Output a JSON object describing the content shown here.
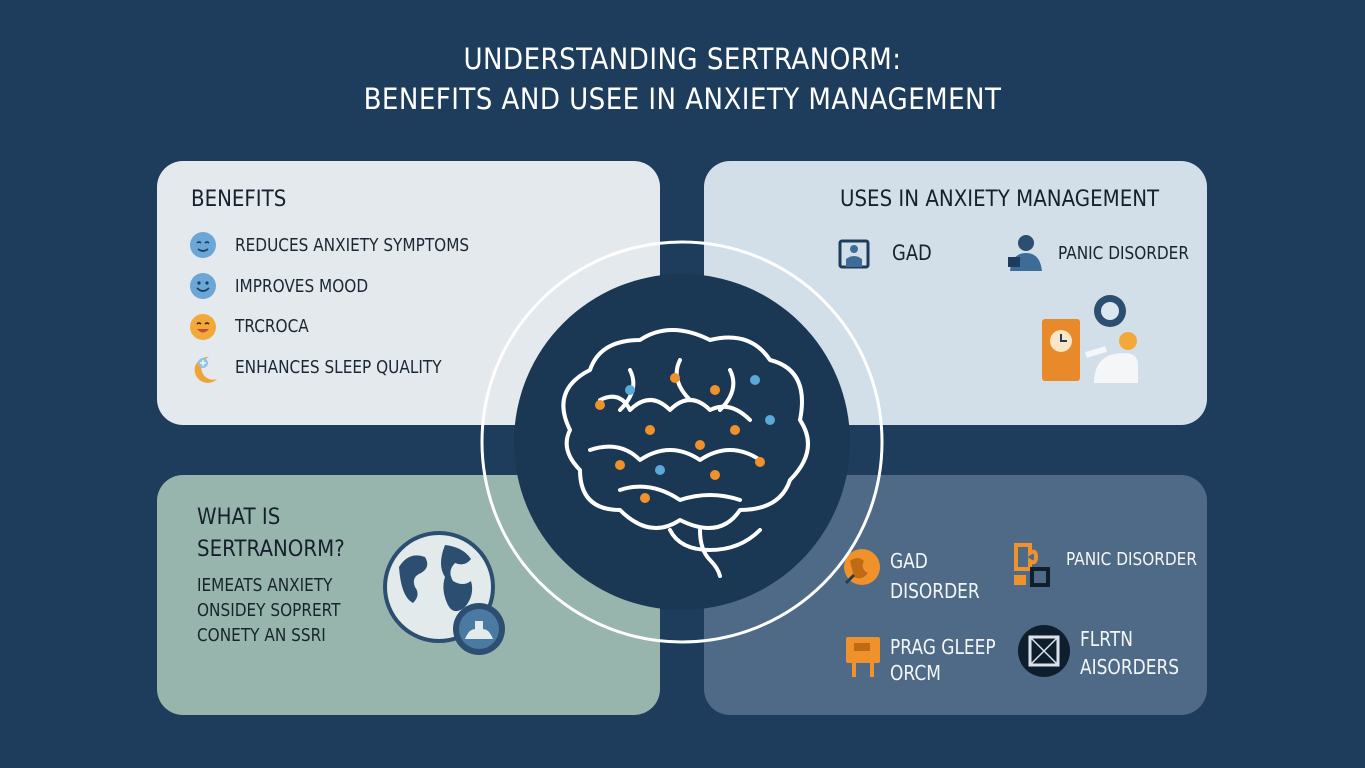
{
  "title": {
    "line1": "UNDERSTANDING SERTRANORM:",
    "line2": "BENEFITS AND USEE IN ANXIETY MANAGEMENT"
  },
  "benefits": {
    "heading": "BENEFITS",
    "items": [
      {
        "label": "REDUCES ANXIETY SYMPTOMS",
        "icon": "calm-face-icon"
      },
      {
        "label": "IMPROVES MOOD",
        "icon": "smile-face-icon"
      },
      {
        "label": "TRCROCA",
        "icon": "happy-face-icon"
      },
      {
        "label": "ENHANCES SLEEP QUALITY",
        "icon": "moon-sleep-icon"
      }
    ]
  },
  "uses": {
    "heading": "USES IN ANXIETY MANAGEMENT",
    "items": [
      {
        "label": "GAD",
        "icon": "gad-icon"
      },
      {
        "label": "PANIC DISORDER",
        "icon": "person-icon"
      }
    ]
  },
  "what_is": {
    "heading_line1": "WHAT IS",
    "heading_line2": "SERTRANORM?",
    "lines": [
      "IEMEATS ANXIETY",
      "ONSIDEY SOPRERT",
      "CONETY AN SSRI"
    ]
  },
  "conditions": {
    "items": [
      {
        "lines": [
          "GAD",
          "DISORDER"
        ],
        "icon": "globe-orange-icon"
      },
      {
        "lines": [
          "PANIC DISORDER"
        ],
        "icon": "puzzle-icon"
      },
      {
        "lines": [
          "PRAG GLEEP",
          "ORCM"
        ],
        "icon": "sign-icon"
      },
      {
        "lines": [
          "FLRTN",
          "AISORDERS"
        ],
        "icon": "frame-icon"
      }
    ]
  },
  "colors": {
    "background": "#1e3d5c",
    "accent_orange": "#f0922b",
    "accent_blue": "#5aa9d6"
  }
}
